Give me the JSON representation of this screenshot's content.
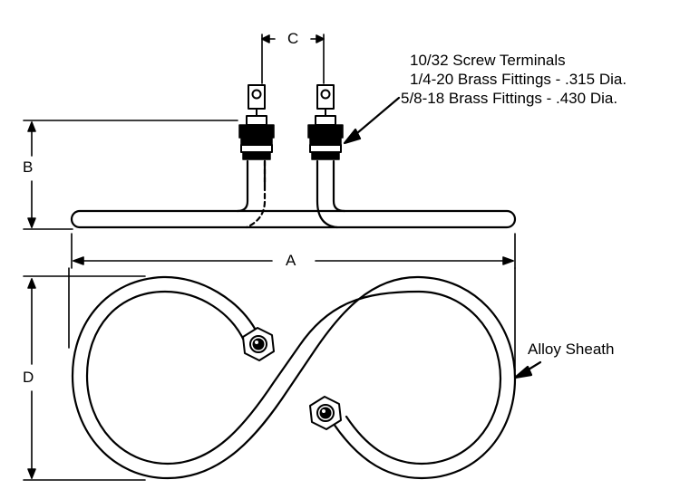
{
  "dimensions": {
    "a": "A",
    "b": "B",
    "c": "C",
    "d": "D"
  },
  "notes": {
    "line1": "10/32 Screw Terminals",
    "line2": "1/4-20 Brass Fittings - .315 Dia.",
    "line3": "5/8-18 Brass Fittings - .430 Dia."
  },
  "sheath_label": "Alloy Sheath",
  "colors": {
    "ink": "#000000",
    "paper": "#ffffff"
  }
}
